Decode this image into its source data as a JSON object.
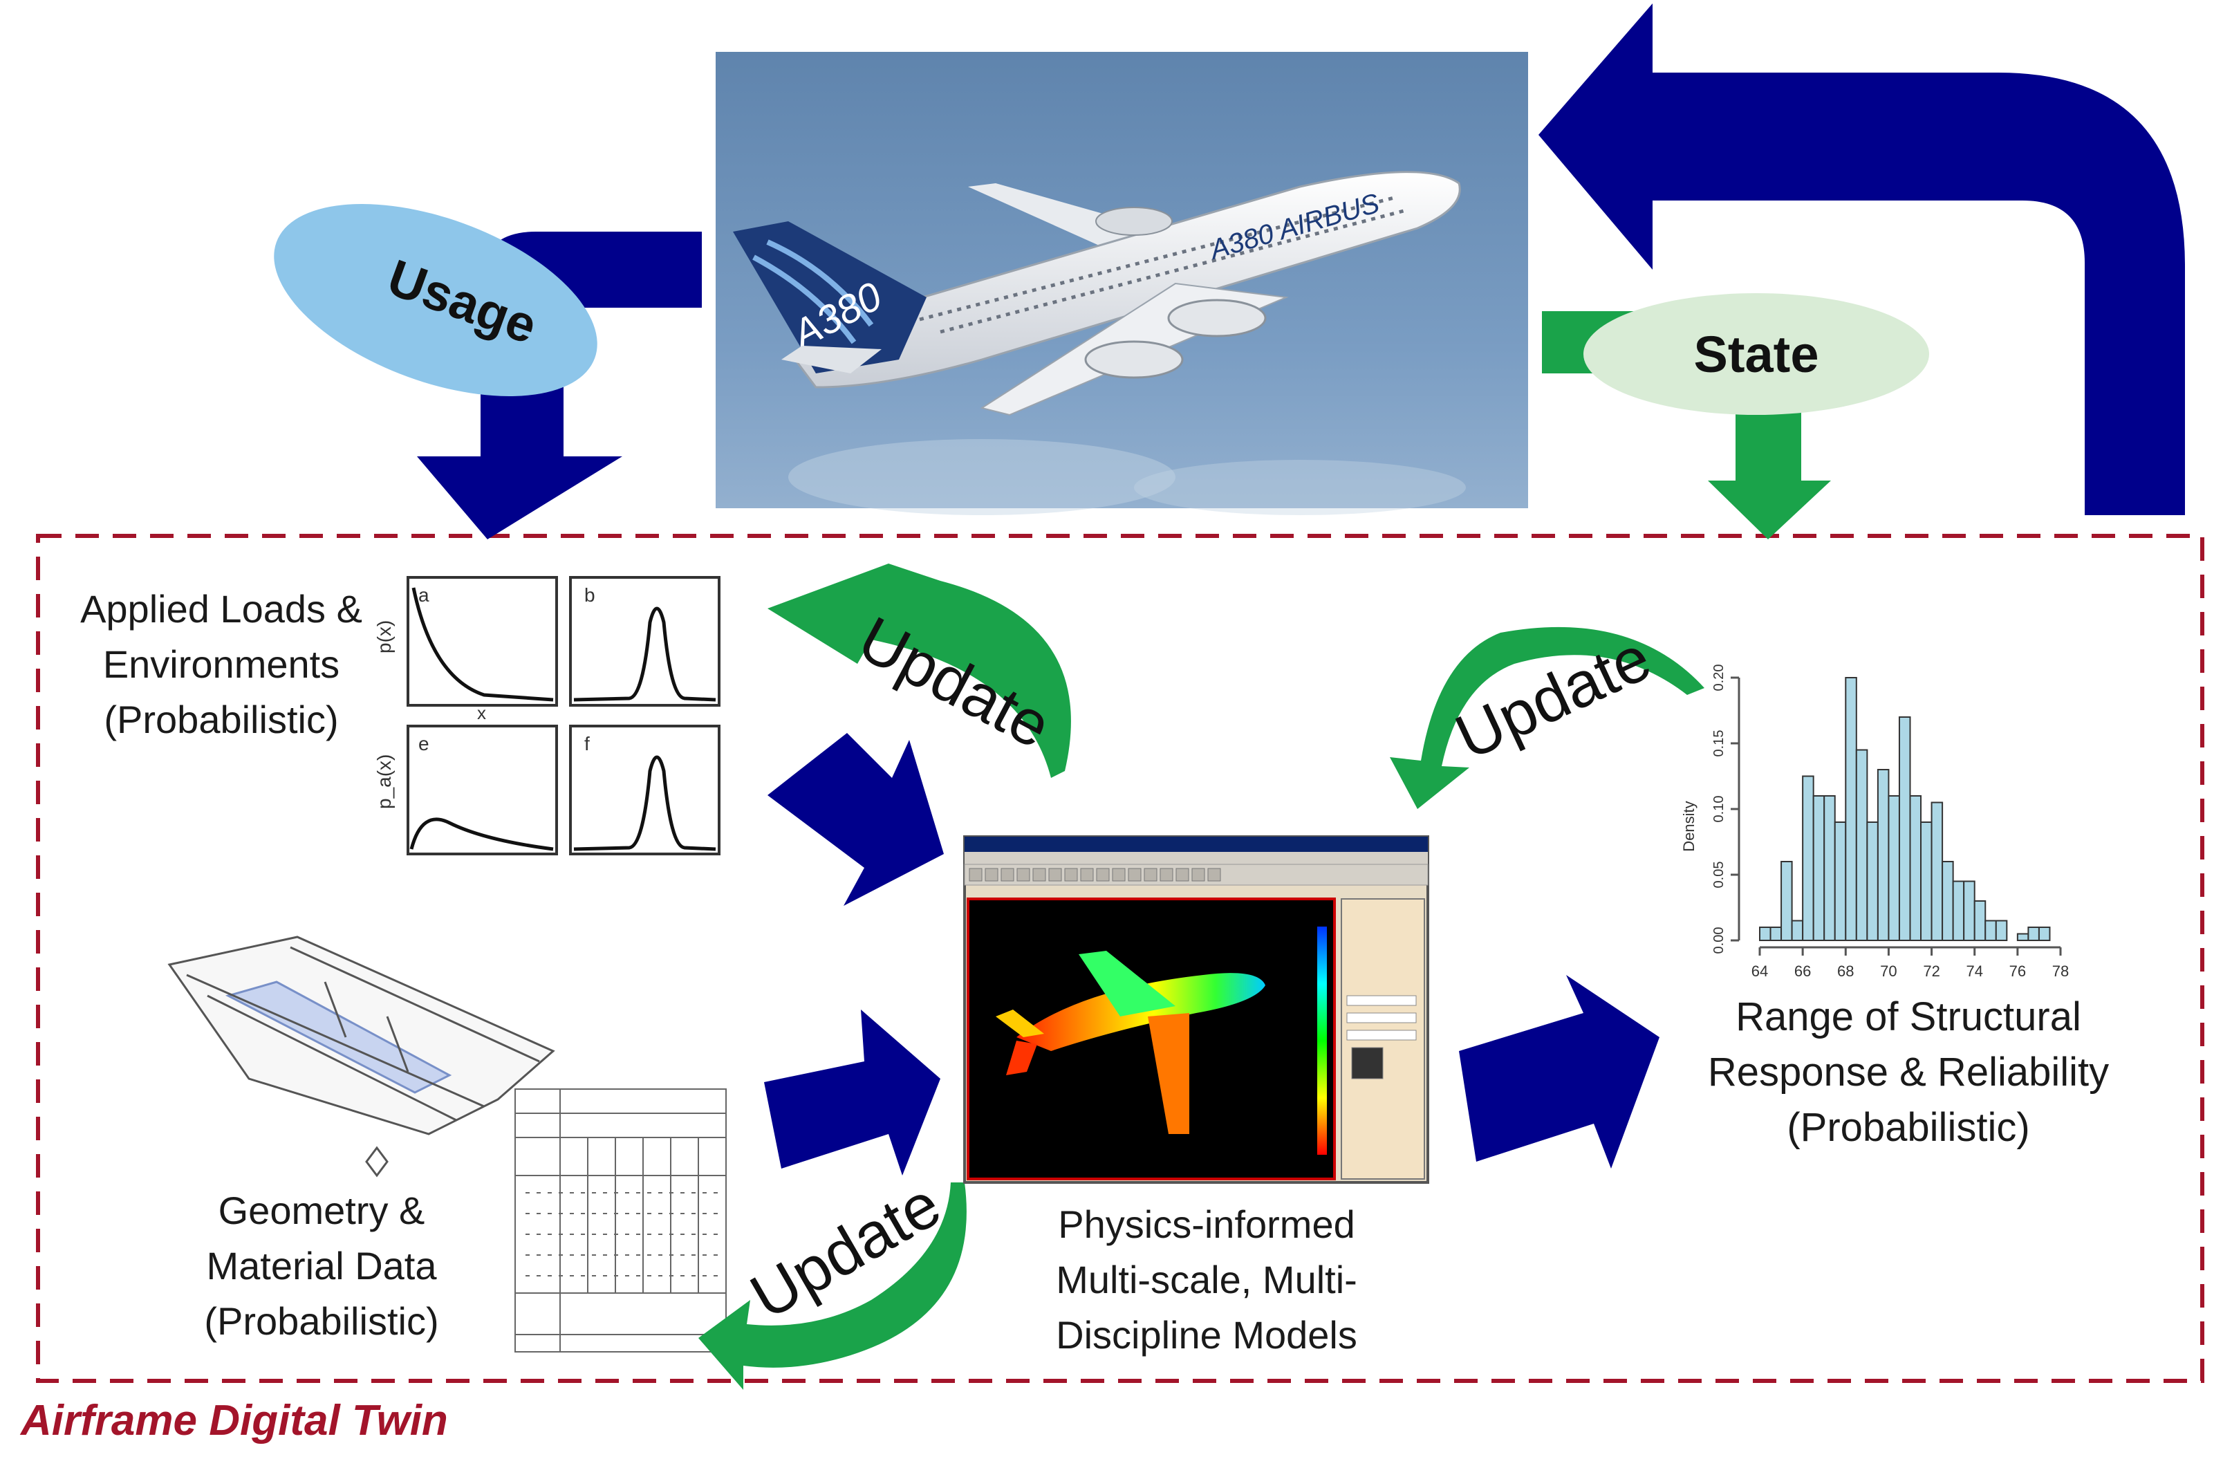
{
  "title": "Airframe Digital Twin",
  "ovals": {
    "usage": "Usage",
    "state": "State"
  },
  "aircraft": {
    "tail_text": "A380",
    "fuselage_text": "A380 AIRBUS"
  },
  "update_label": "Update",
  "inputs": {
    "loads": [
      "Applied Loads &",
      "Environments",
      "(Probabilistic)"
    ],
    "geometry": [
      "Geometry &",
      "Material Data",
      "(Probabilistic)"
    ]
  },
  "model": [
    "Physics-informed",
    "Multi-scale, Multi-",
    "Discipline Models"
  ],
  "output": [
    "Range of Structural",
    "Response & Reliability",
    "(Probabilistic)"
  ],
  "pdf_panels": {
    "labels": [
      "a",
      "b",
      "e",
      "f"
    ],
    "y_label_top": "p(x)",
    "y_label_bottom": "p_a(x)",
    "x_label": "x"
  },
  "colors": {
    "navy": "#00008b",
    "green": "#1aa34a",
    "usage_oval": "#8ec6ea",
    "state_oval": "#d9ecd6",
    "frame": "#a3142a",
    "sky": "#6f93b8",
    "histogram_bar": "#add8e6"
  },
  "chart_data": {
    "type": "bar",
    "title": "",
    "xlabel": "",
    "ylabel": "Density",
    "xlim": [
      64,
      78
    ],
    "ylim": [
      0,
      0.2
    ],
    "xticks": [
      "64",
      "66",
      "68",
      "70",
      "72",
      "74",
      "76",
      "78"
    ],
    "yticks": [
      "0.00",
      "0.05",
      "0.10",
      "0.15",
      "0.20"
    ],
    "bin_width": 0.5,
    "bin_starts": [
      64,
      64.5,
      65,
      65.5,
      66,
      66.5,
      67,
      67.5,
      68,
      68.5,
      69,
      69.5,
      70,
      70.5,
      71,
      71.5,
      72,
      72.5,
      73,
      73.5,
      74,
      74.5,
      75,
      75.5,
      76,
      76.5,
      77,
      77.5
    ],
    "values": [
      0.01,
      0.01,
      0.06,
      0.015,
      0.125,
      0.11,
      0.11,
      0.09,
      0.2,
      0.145,
      0.09,
      0.13,
      0.11,
      0.17,
      0.11,
      0.09,
      0.105,
      0.06,
      0.045,
      0.045,
      0.03,
      0.015,
      0.015,
      0.0,
      0.005,
      0.01,
      0.01,
      0.0
    ]
  }
}
